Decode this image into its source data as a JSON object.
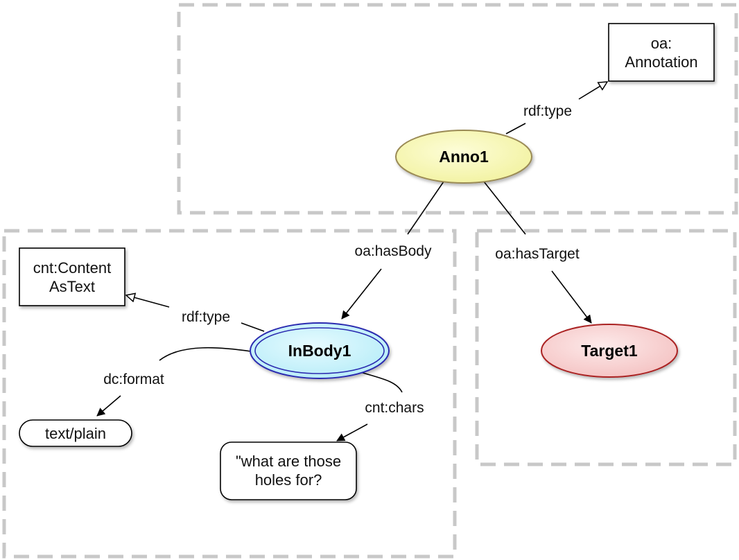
{
  "nodes": {
    "anno": {
      "label": "Anno1",
      "fill": "#f8f8b4",
      "stroke": "#9a8a55"
    },
    "inbody": {
      "label": "InBody1",
      "fill": "#c8f2fa",
      "stroke": "#2b2bb0"
    },
    "target": {
      "label": "Target1",
      "fill": "#f8d2d2",
      "stroke": "#aa2222"
    }
  },
  "boxes": {
    "annotation_class": {
      "line1": "oa:",
      "line2": "Annotation"
    },
    "content_class": {
      "line1": "cnt:Content",
      "line2": "AsText"
    },
    "format_value": {
      "label": "text/plain"
    },
    "chars_value": {
      "line1": "\"what are those",
      "line2": "holes for?"
    }
  },
  "edges": {
    "anno_type": "rdf:type",
    "has_body": "oa:hasBody",
    "has_target": "oa:hasTarget",
    "body_type": "rdf:type",
    "format": "dc:format",
    "chars": "cnt:chars"
  }
}
